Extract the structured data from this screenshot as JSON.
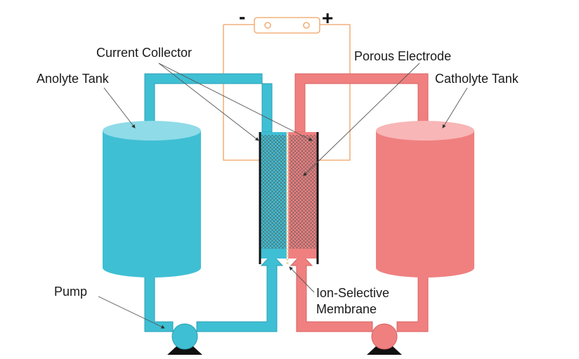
{
  "labels": {
    "current_collector": "Current Collector",
    "porous_electrode": "Porous Electrode",
    "anolyte_tank": "Anolyte Tank",
    "catholyte_tank": "Catholyte Tank",
    "pump": "Pump",
    "membrane_line1": "Ion-Selective",
    "membrane_line2": "Membrane"
  },
  "terminals": {
    "negative": "-",
    "positive": "+"
  },
  "colors": {
    "anolyte": "#3fbfd4",
    "anolyte_top": "#8fdbe8",
    "catholyte": "#f08080",
    "catholyte_top": "#f8b6b6",
    "wire": "#f0a060",
    "pump_base": "#111111",
    "membrane": "#d8d0b0"
  }
}
